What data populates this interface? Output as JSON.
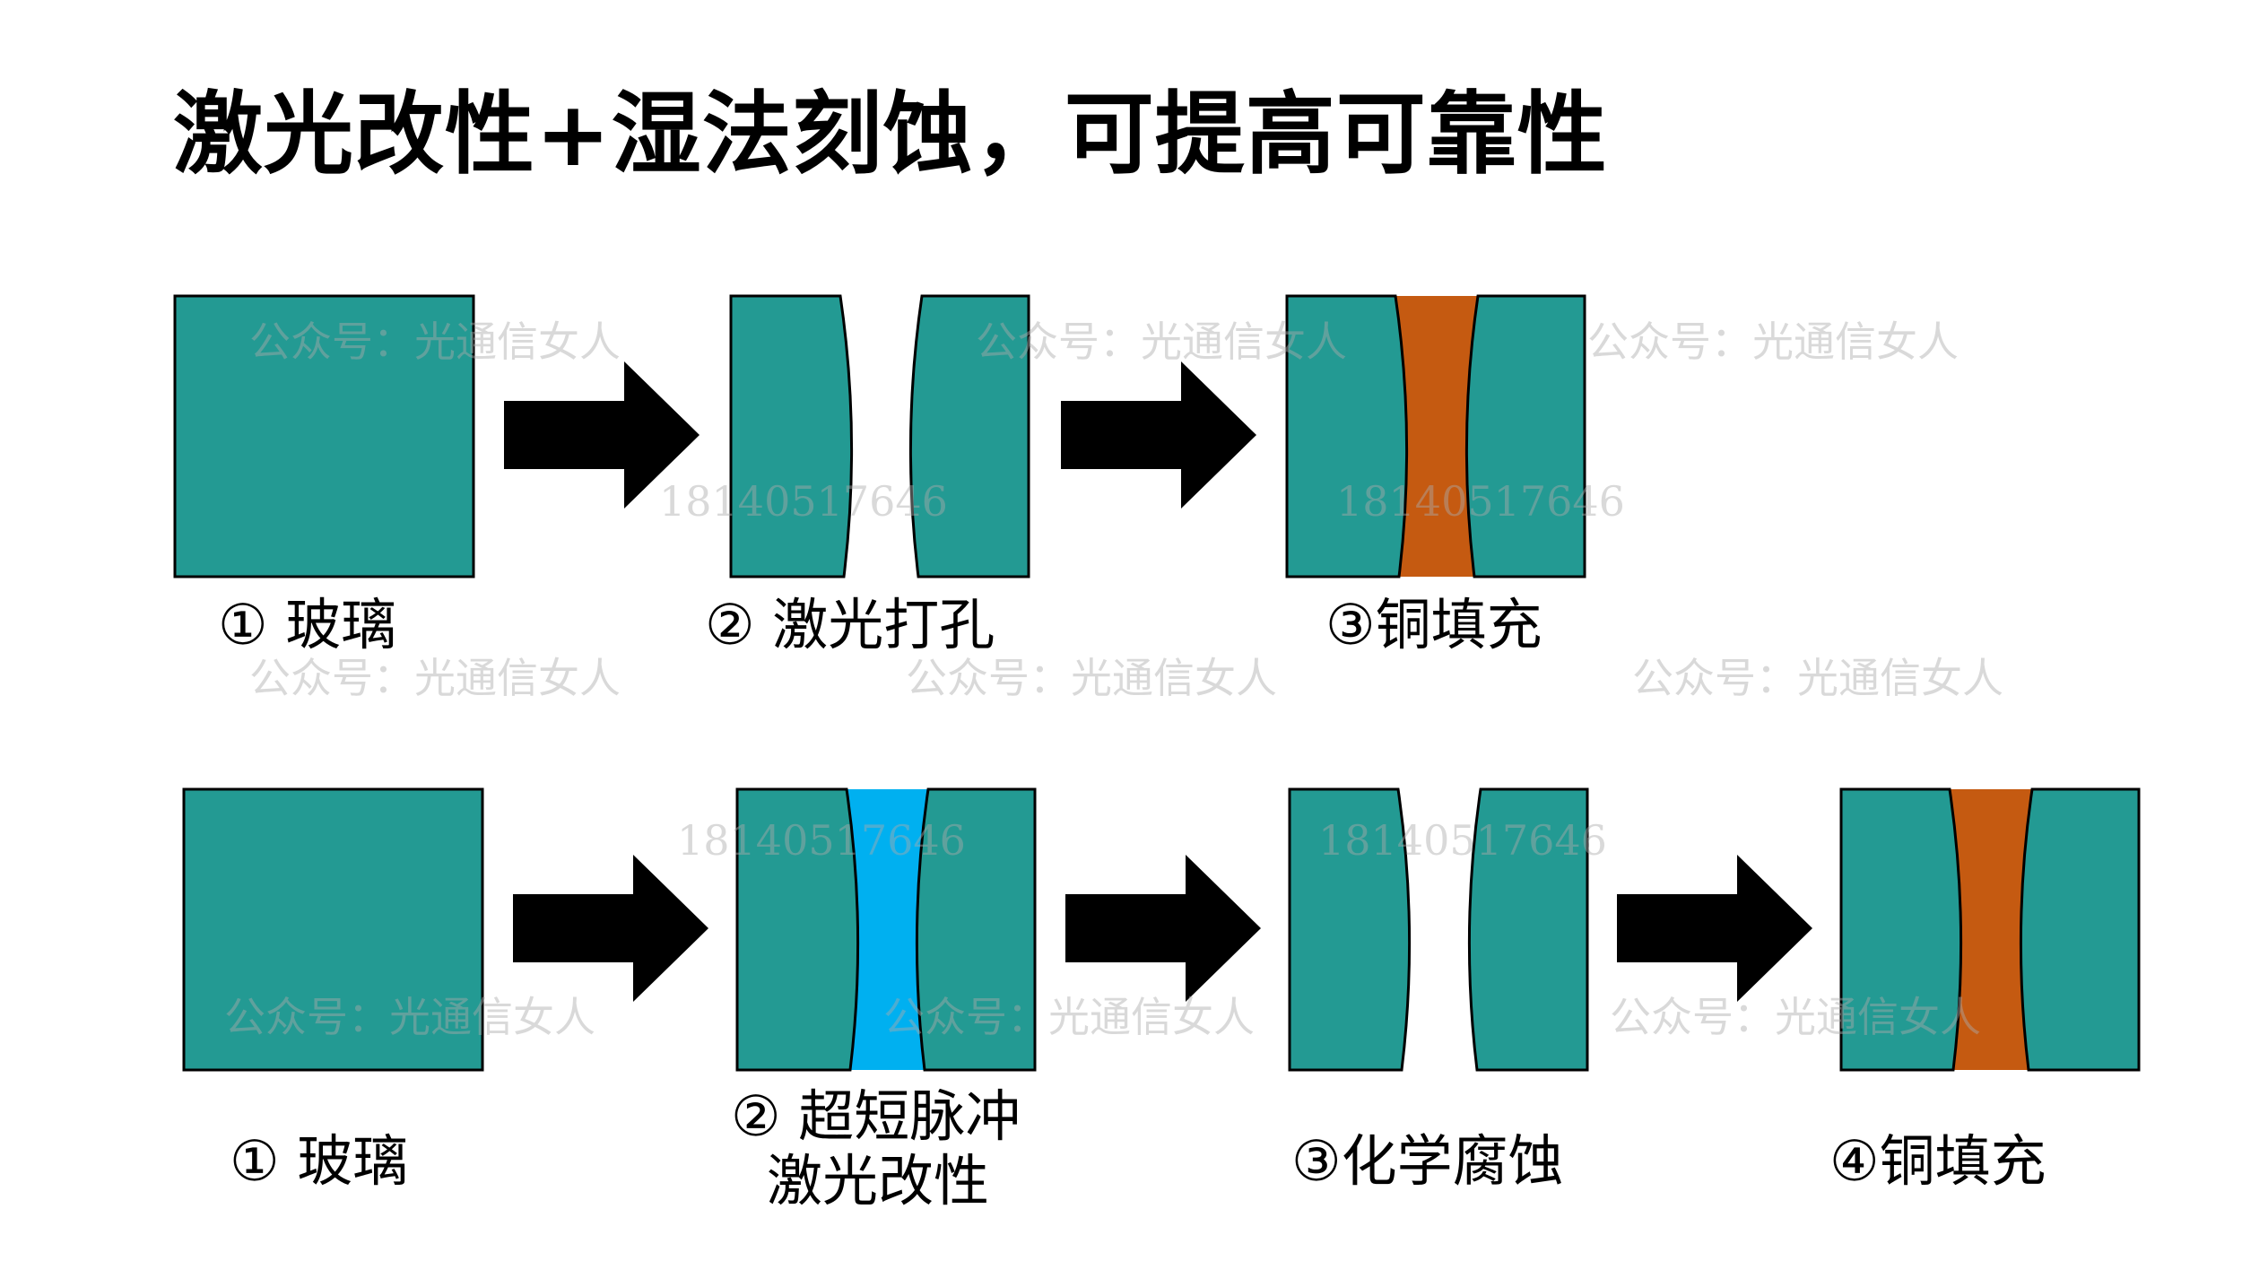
{
  "title": "激光改性+湿法刻蚀，可提高可靠性",
  "colors": {
    "glass": "#239A93",
    "copper": "#C55A11",
    "modified": "#00B0F0",
    "outline": "#000000",
    "arrow": "#000000"
  },
  "rows": [
    {
      "steps": [
        {
          "label": "① 玻璃"
        },
        {
          "label": "② 激光打孔"
        },
        {
          "label": "③铜填充"
        }
      ]
    },
    {
      "steps": [
        {
          "label": "① 玻璃"
        },
        {
          "label_line1": "② 超短脉冲",
          "label_line2": "激光改性"
        },
        {
          "label": "③化学腐蚀"
        },
        {
          "label": "④铜填充"
        }
      ]
    }
  ],
  "watermarks": {
    "account": "公众号：光通信女人",
    "phone": "18140517646"
  }
}
